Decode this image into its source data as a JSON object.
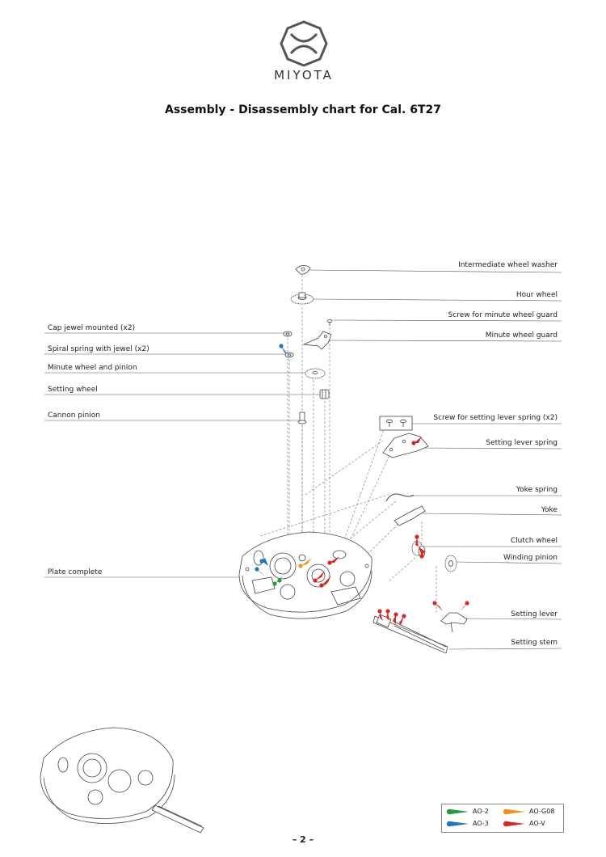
{
  "brand": {
    "name": "MIYOTA"
  },
  "title": "Assembly - Disassembly chart for Cal. 6T27",
  "parts_right": [
    "Intermediate wheel washer",
    "Hour wheel",
    "Screw for minute wheel guard",
    "Minute wheel guard",
    "Screw for setting lever spring (x2)",
    "Setting lever spring",
    "Yoke spring",
    "Yoke",
    "Clutch wheel",
    "Winding pinion",
    "Setting lever",
    "Setting stem"
  ],
  "parts_left": [
    "Cap jewel mounted (x2)",
    "Spiral spring with jewel (x2)",
    "Minute wheel and pinion",
    "Setting wheel",
    "Cannon pinion",
    "Plate complete"
  ],
  "legend": [
    {
      "label": "AO-2",
      "color": "#2a9a3f"
    },
    {
      "label": "AO-G08",
      "color": "#f0921e"
    },
    {
      "label": "AO-3",
      "color": "#2277bb"
    },
    {
      "label": "AO-V",
      "color": "#d42a2a"
    }
  ],
  "page_number": "– 2 –"
}
